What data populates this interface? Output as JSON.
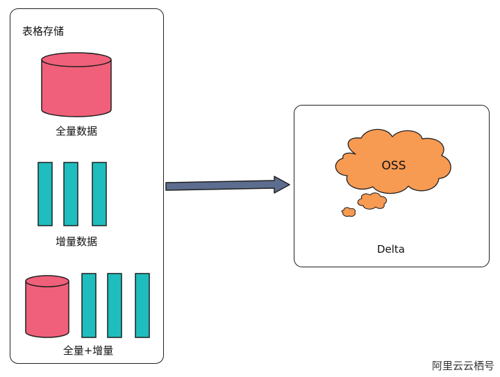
{
  "left_panel": {
    "title": "表格存储",
    "full_label": "全量数据",
    "incr_label": "增量数据",
    "combined_label": "全量+增量"
  },
  "right_panel": {
    "cloud_label": "OSS",
    "bottom_label": "Delta"
  },
  "watermark": "阿里云云栖号",
  "colors": {
    "cylinder_fill": "#f0607a",
    "bar_fill": "#1fbdbd",
    "cloud_fill": "#f79a52",
    "arrow_fill": "#5d6d8f",
    "border": "#1f1f1f"
  },
  "icons": [
    "database-cylinder-icon",
    "data-bar-icon",
    "cloud-icon",
    "arrow-right-icon"
  ]
}
